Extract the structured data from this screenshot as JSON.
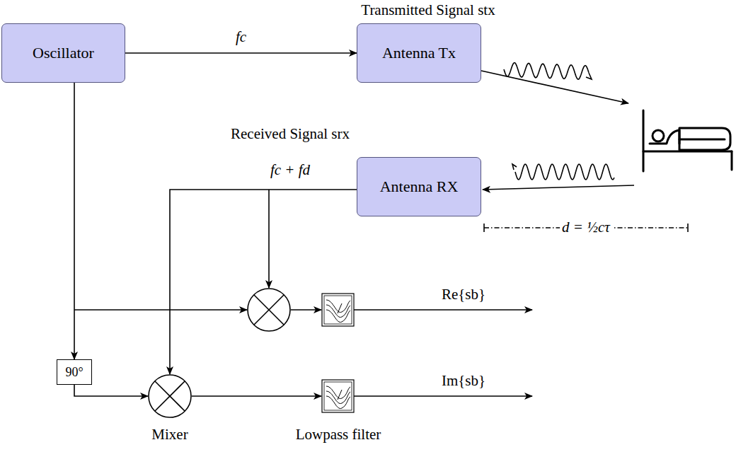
{
  "diagram": {
    "nodes": [
      {
        "text": [
          "Oscillator"
        ]
      },
      {
        "text": [
          "Antenna Tx"
        ]
      },
      {
        "text": [
          "Antenna RX"
        ]
      },
      {
        "text": [
          "90°"
        ]
      }
    ],
    "edges": [
      {
        "from": 0,
        "to": 1,
        "label": "fc",
        "arrow": "to"
      },
      {
        "from": 0,
        "to": 3,
        "arrow": "to"
      }
    ],
    "labels": [
      "Transmitted Signal stx",
      "Received Signal srx",
      "fc + fd",
      "d = ½cτ",
      "Re{sb}",
      "Im{sb}",
      "Mixer",
      "Lowpass filter"
    ]
  }
}
